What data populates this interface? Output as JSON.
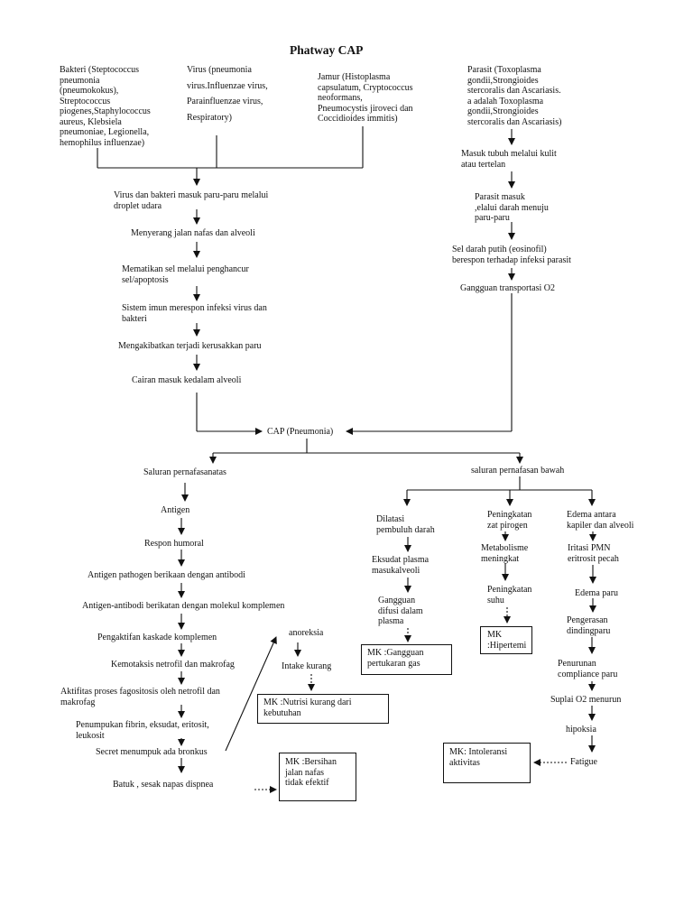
{
  "title": "Phatway CAP",
  "causes": {
    "bakteri": [
      "Bakteri (Steptococcus",
      "pneumonia",
      "(pneumokokus),",
      "Streptococcus",
      "piogenes,Staphylococcus",
      "aureus, Klebsiela",
      "pneumoniae, Legionella,",
      "hemophilus influenzae)"
    ],
    "virus": [
      "Virus (pneumonia",
      "virus.Influenzae virus,",
      "Parainfluenzae virus,",
      "Respiratory)"
    ],
    "jamur": [
      "Jamur (Histoplasma",
      "capsulatum, Cryptococcus",
      "neoformans,",
      "Pneumocystis jiroveci dan",
      "Coccidioides immitis)"
    ],
    "parasit": [
      "Parasit (Toxoplasma",
      "gondii,Strongioides",
      "stercoralis dan Ascariasis.",
      "a adalah Toxoplasma",
      "gondii,Strongioides",
      "stercoralis dan Ascariasis)"
    ]
  },
  "left_chain": [
    "Virus dan bakteri masuk paru-paru melalui\ndroplet udara",
    "Menyerang jalan nafas dan alveoli",
    "Mematikan sel melalui penghancur\nsel/apoptosis",
    "Sistem imun merespon infeksi virus dan\nbakteri",
    "Mengakibatkan terjadi kerusakkan paru",
    "Cairan masuk kedalam alveoli"
  ],
  "right_chain": [
    "Masuk tubuh melalui kulit\natau tertelan",
    "Parasit masuk\n,elalui darah menuju\nparu-paru",
    "Sel darah putih (eosinofil)\nberespon terhadap infeksi parasit",
    "Gangguan transportasi O2"
  ],
  "center": "CAP (Pneumonia)",
  "upper": {
    "head": "Saluran pernafasanatas",
    "chain": [
      "Antigen",
      "Respon humoral",
      "Antigen pathogen berikaan dengan antibodi",
      "Antigen-antibodi berikatan dengan molekul komplemen",
      "Pengaktifan kaskade komplemen",
      "Kemotaksis netrofil dan makrofag",
      "Aktifitas proses fagositosis oleh netrofil dan\nmakrofag",
      "Penumpukan fibrin, eksudat, eritosit,\nleukosit",
      "Secret menumpuk ada bronkus",
      "Batuk , sesak napas dispnea"
    ]
  },
  "nutrition": {
    "items": [
      "anoreksia",
      "Intake kurang"
    ],
    "mk": "MK :Nutrisi kurang dari\nkebutuhan"
  },
  "airway_mk": "MK :Bersihan\njalan nafas\ntidak efektif",
  "lower": {
    "head": "saluran pernafasan bawah",
    "col1": {
      "chain": [
        "Dilatasi\npembuluh darah",
        "Eksudat plasma\nmasukalveoli",
        "Gangguan\ndifusi dalam\nplasma"
      ],
      "mk": "MK :Gangguan\npertukaran gas"
    },
    "col2": {
      "chain": [
        "Peningkatan\nzat pirogen",
        "Metabolisme\nmeningkat",
        "Peningkatan\nsuhu"
      ],
      "mk": "MK\n:Hipertemi"
    },
    "col3": {
      "chain": [
        "Edema antara\nkapiler dan alveoli",
        "Iritasi PMN\neritrosit pecah",
        "Edema paru",
        "Pengerasan\ndindingparu",
        "Penurunan\ncompliance paru",
        "Suplai O2 menurun",
        "hipoksia",
        "Fatigue"
      ],
      "mk": "MK: Intoleransi\naktivitas"
    }
  }
}
